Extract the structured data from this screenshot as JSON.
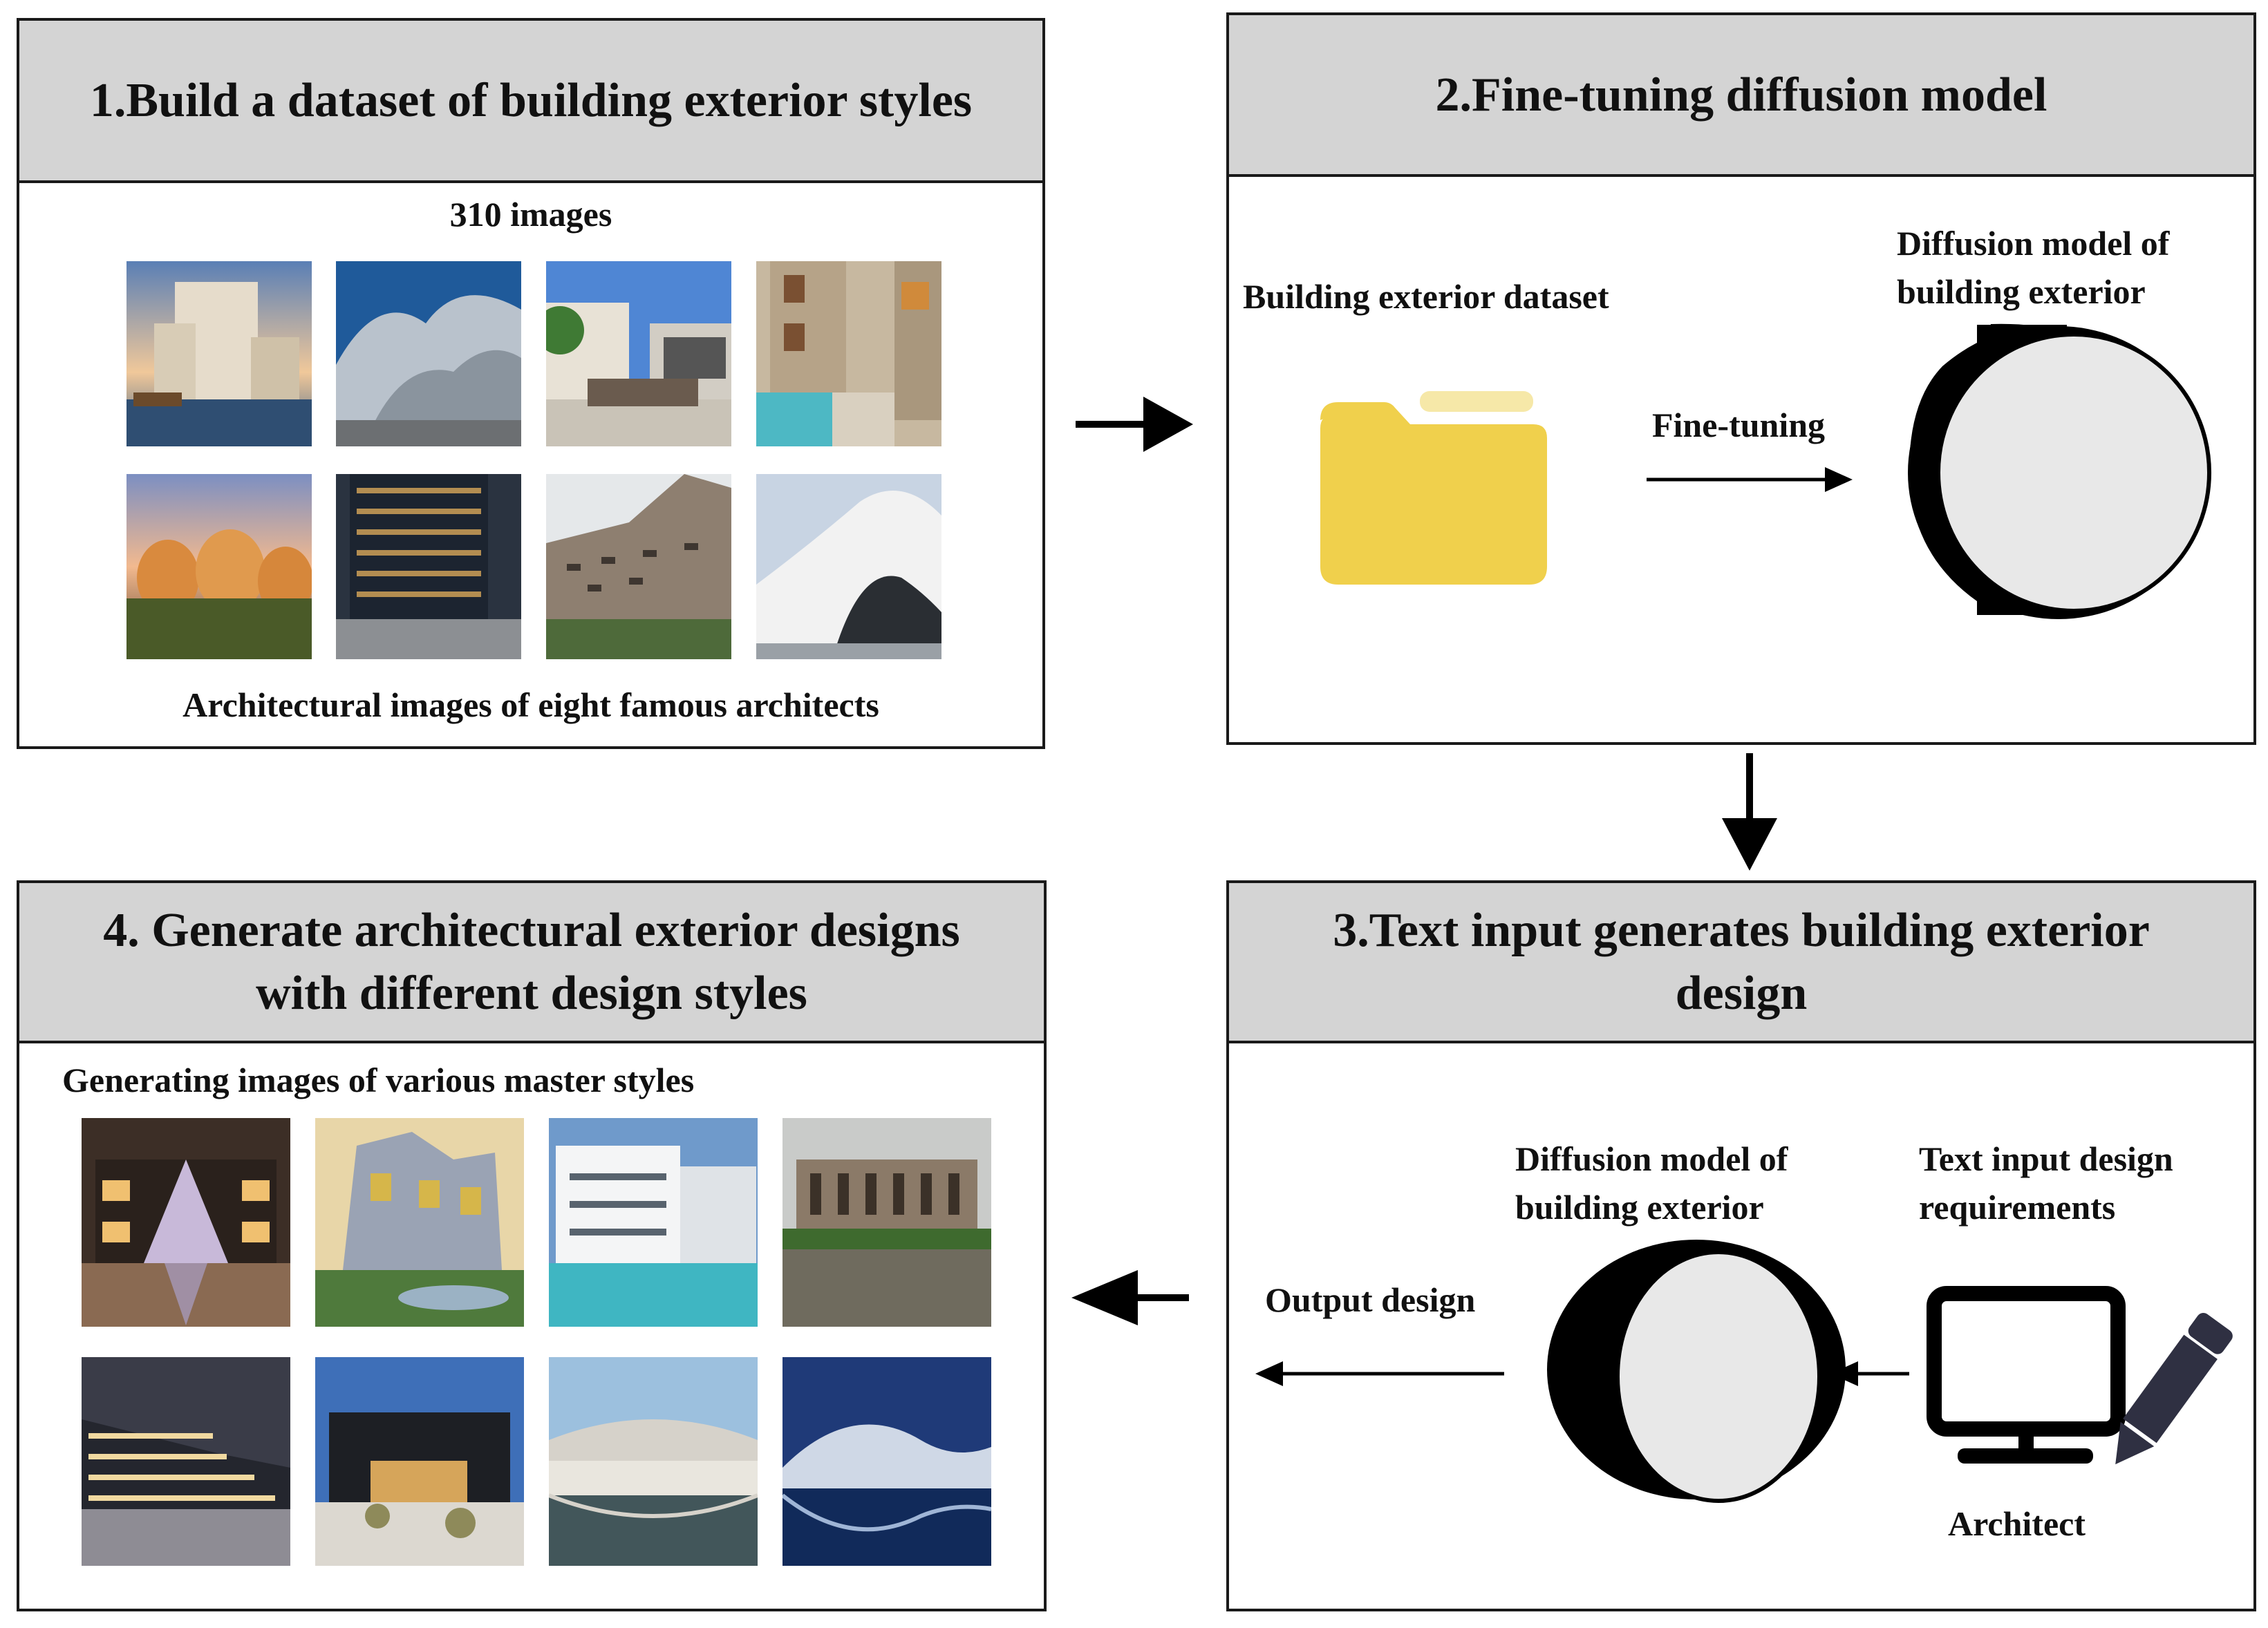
{
  "panel1": {
    "title": "1.Build a dataset of building exterior styles",
    "count_label": "310 images",
    "caption": "Architectural images of eight famous architects",
    "thumbnails": [
      "architecture-photo",
      "architecture-photo",
      "architecture-photo",
      "architecture-photo",
      "architecture-photo",
      "architecture-photo",
      "architecture-photo",
      "architecture-photo"
    ]
  },
  "panel2": {
    "title": "2.Fine-tuning diffusion model",
    "dataset_label": "Building exterior dataset",
    "arrow_label": "Fine-tuning",
    "model_label_line1": "Diffusion model of",
    "model_label_line2": "building exterior"
  },
  "panel3": {
    "title_line1": "3.Text input generates building exterior",
    "title_line2": "design",
    "model_label_line1": "Diffusion model of",
    "model_label_line2": "building exterior",
    "input_label_line1": "Text input design",
    "input_label_line2": "requirements",
    "output_label": "Output design",
    "user_label": "Architect"
  },
  "panel4": {
    "title_line1": "4. Generate architectural exterior designs",
    "title_line2": "with different design styles",
    "caption": "Generating images of various master styles",
    "thumbnails": [
      "generated-image",
      "generated-image",
      "generated-image",
      "generated-image",
      "generated-image",
      "generated-image",
      "generated-image",
      "generated-image"
    ]
  },
  "colors": {
    "header_gray": "#d4d4d4",
    "folder_yellow": "#f0d04c",
    "cylinder_face": "#e8e8e8"
  }
}
